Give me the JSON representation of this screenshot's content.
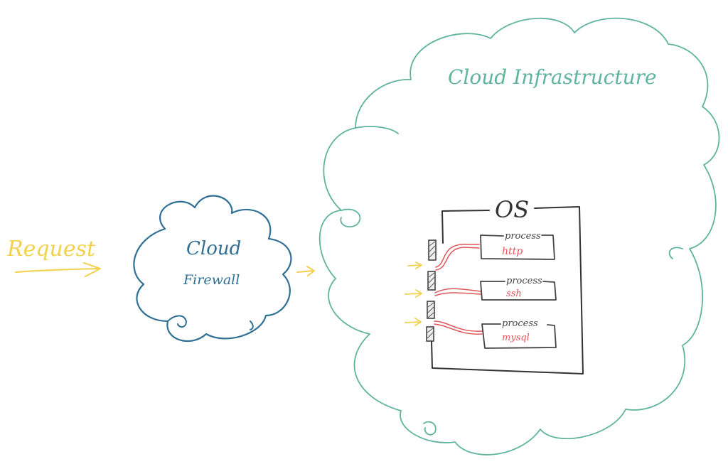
{
  "colors": {
    "request": "#f2d14f",
    "firewall": "#2f6f94",
    "infrastructure": "#5fb49b",
    "os": "#333333",
    "process_label": "#444444",
    "process_name": "#e0555a",
    "port_fill": "#555555"
  },
  "request": {
    "label": "Request"
  },
  "firewall": {
    "line1": "Cloud",
    "line2": "Firewall"
  },
  "infrastructure": {
    "label": "Cloud Infrastructure"
  },
  "os": {
    "label": "OS",
    "processes": [
      {
        "label": "process",
        "name": "http"
      },
      {
        "label": "process",
        "name": "ssh"
      },
      {
        "label": "process",
        "name": "mysql"
      }
    ]
  }
}
